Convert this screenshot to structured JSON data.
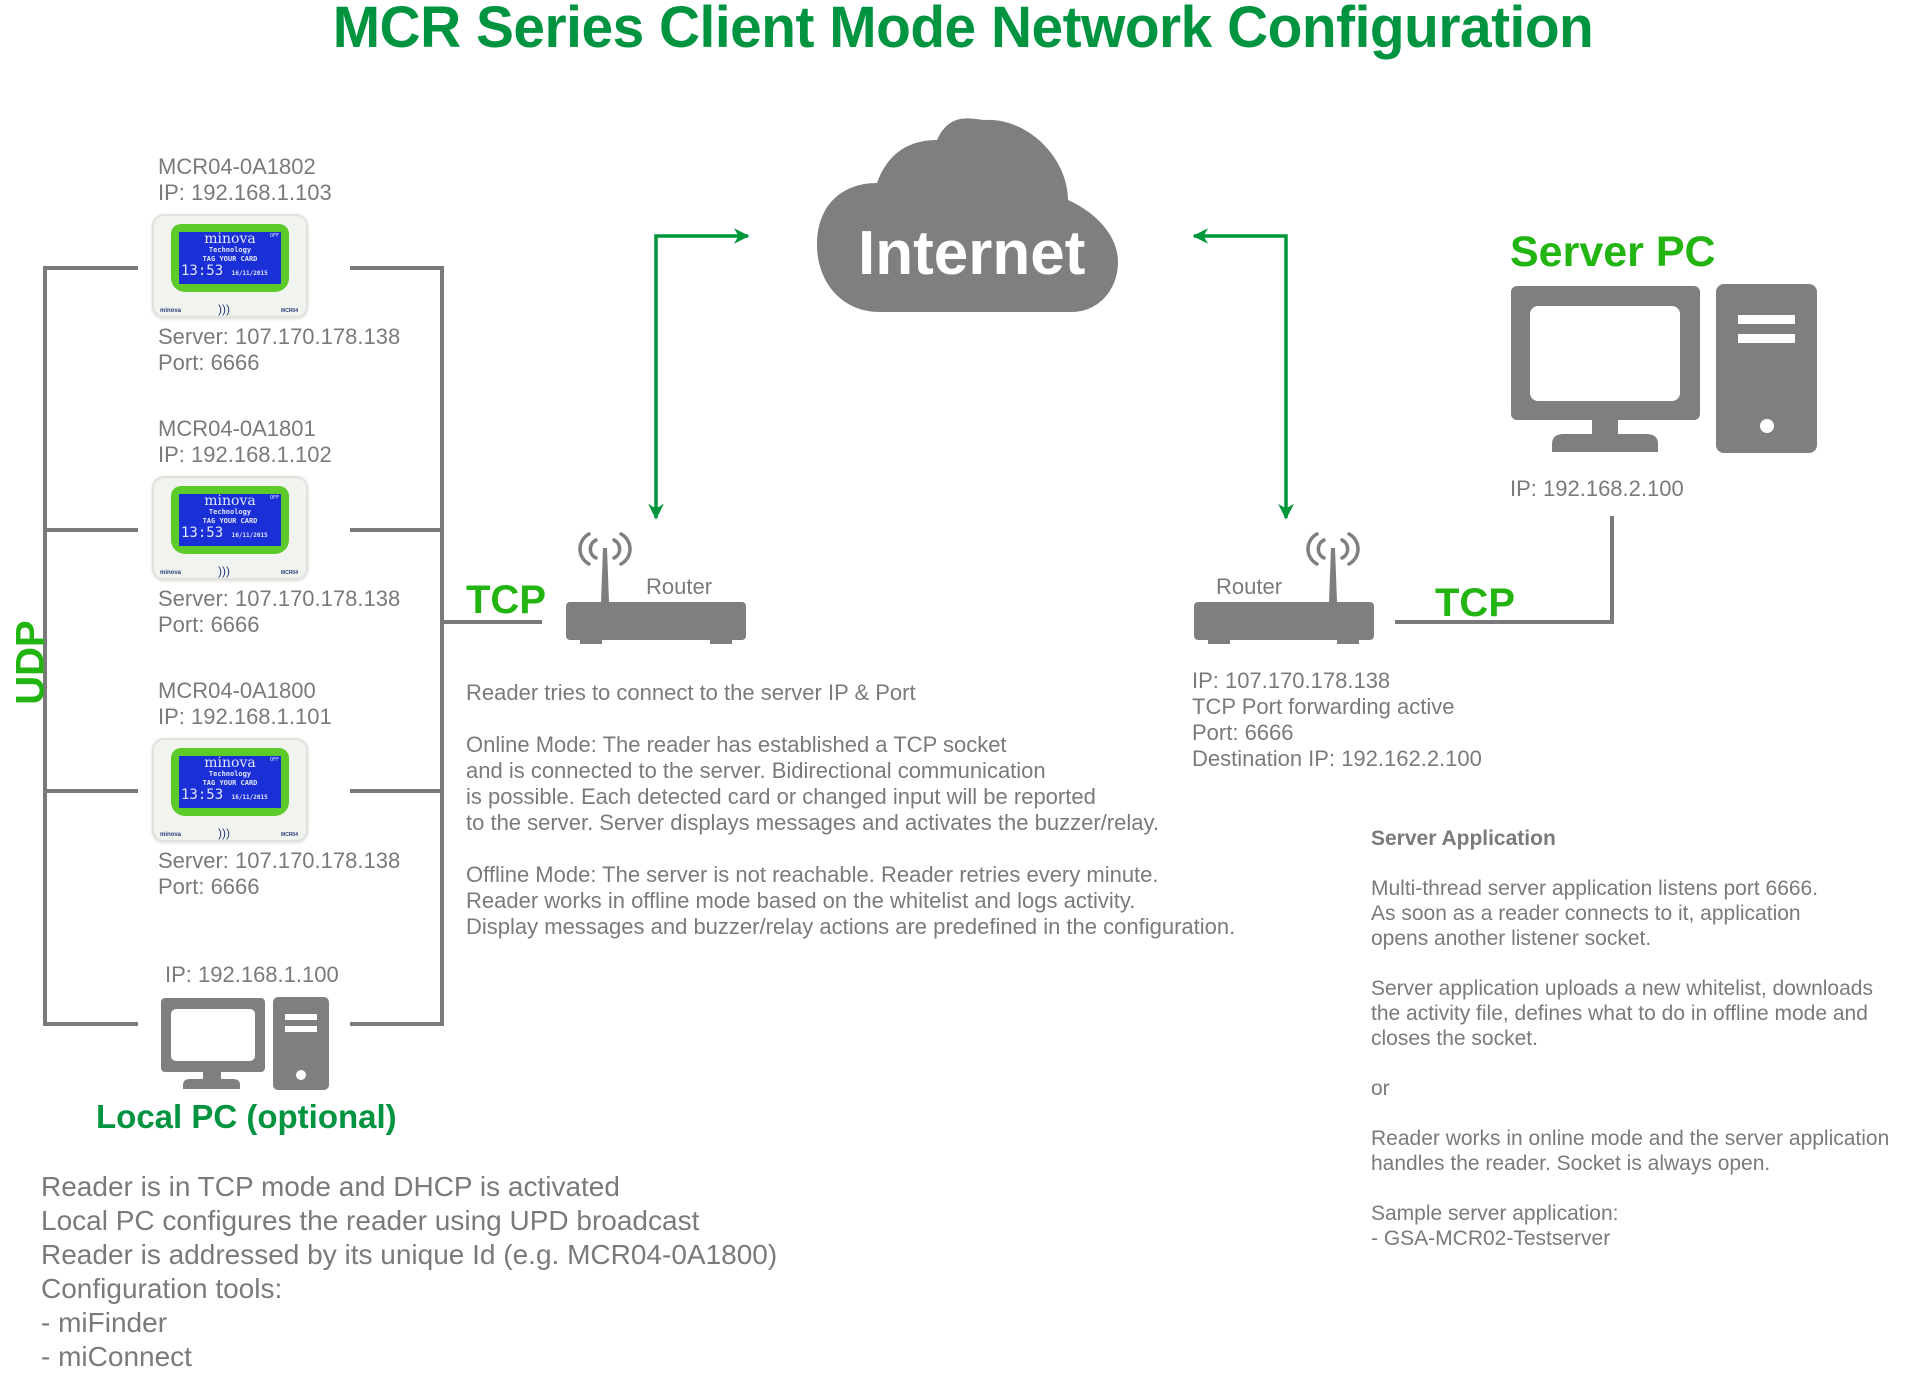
{
  "title": "MCR Series Client Mode Network Configuration",
  "colors": {
    "title_green": "#009440",
    "protocol_green": "#22b511",
    "line_gray": "#7a7a7a",
    "icon_gray": "#7f7f7f"
  },
  "readers": [
    {
      "id": "MCR04-0A1802",
      "ip": "IP: 192.168.1.103",
      "server": "Server: 107.170.178.138",
      "port": "Port: 6666"
    },
    {
      "id": "MCR04-0A1801",
      "ip": "IP: 192.168.1.102",
      "server": "Server: 107.170.178.138",
      "port": "Port: 6666"
    },
    {
      "id": "MCR04-0A1800",
      "ip": "IP: 192.168.1.101",
      "server": "Server: 107.170.178.138",
      "port": "Port: 6666"
    }
  ],
  "reader_screen": {
    "brand": "minova",
    "sub": "Technology",
    "prompt": "TAG YOUR CARD",
    "time": "13:53",
    "date": "16/11/2015",
    "status": "OFF",
    "logo": "minova",
    "model": "MCR04"
  },
  "local_pc": {
    "ip": "IP: 192.168.1.100",
    "label": "Local PC (optional)"
  },
  "udp_label": "UDP",
  "tcp_left_label": "TCP",
  "tcp_right_label": "TCP",
  "internet_label": "Internet",
  "router_left": {
    "label": "Router"
  },
  "router_right": {
    "label": "Router",
    "info": [
      "IP: 107.170.178.138",
      "TCP Port forwarding active",
      "Port: 6666",
      "Destination IP: 192.162.2.100"
    ]
  },
  "server_pc": {
    "label": "Server PC",
    "ip": "IP: 192.168.2.100"
  },
  "reader_description": [
    "Reader tries to connect to the server IP & Port",
    "",
    "Online Mode: The reader has established a TCP socket",
    "and is connected to the server. Bidirectional communication",
    "is possible. Each detected card or changed input will be reported",
    "to the server. Server displays messages and activates the buzzer/relay.",
    "",
    "Offline Mode: The server is not reachable. Reader retries every minute.",
    "Reader works in offline mode based on the whitelist and logs activity.",
    "Display messages and buzzer/relay actions are predefined in the configuration."
  ],
  "server_application": {
    "heading": "Server Application",
    "lines": [
      "",
      "Multi-thread server application listens port 6666.",
      "As soon as a reader connects to it, application",
      "opens another listener socket.",
      "",
      "Server application uploads a new whitelist, downloads",
      "the activity file, defines what to do in offline mode and",
      "closes the socket.",
      "",
      "or",
      "",
      "Reader works in online mode and the server application",
      "handles the reader. Socket is always open.",
      "",
      "Sample server application:",
      "- GSA-MCR02-Testserver"
    ]
  },
  "local_notes": [
    "Reader is in TCP mode and DHCP is activated",
    "Local PC configures the reader using UPD broadcast",
    "Reader is addressed by its unique Id (e.g. MCR04-0A1800)",
    "Configuration tools:",
    "- miFinder",
    "- miConnect"
  ]
}
